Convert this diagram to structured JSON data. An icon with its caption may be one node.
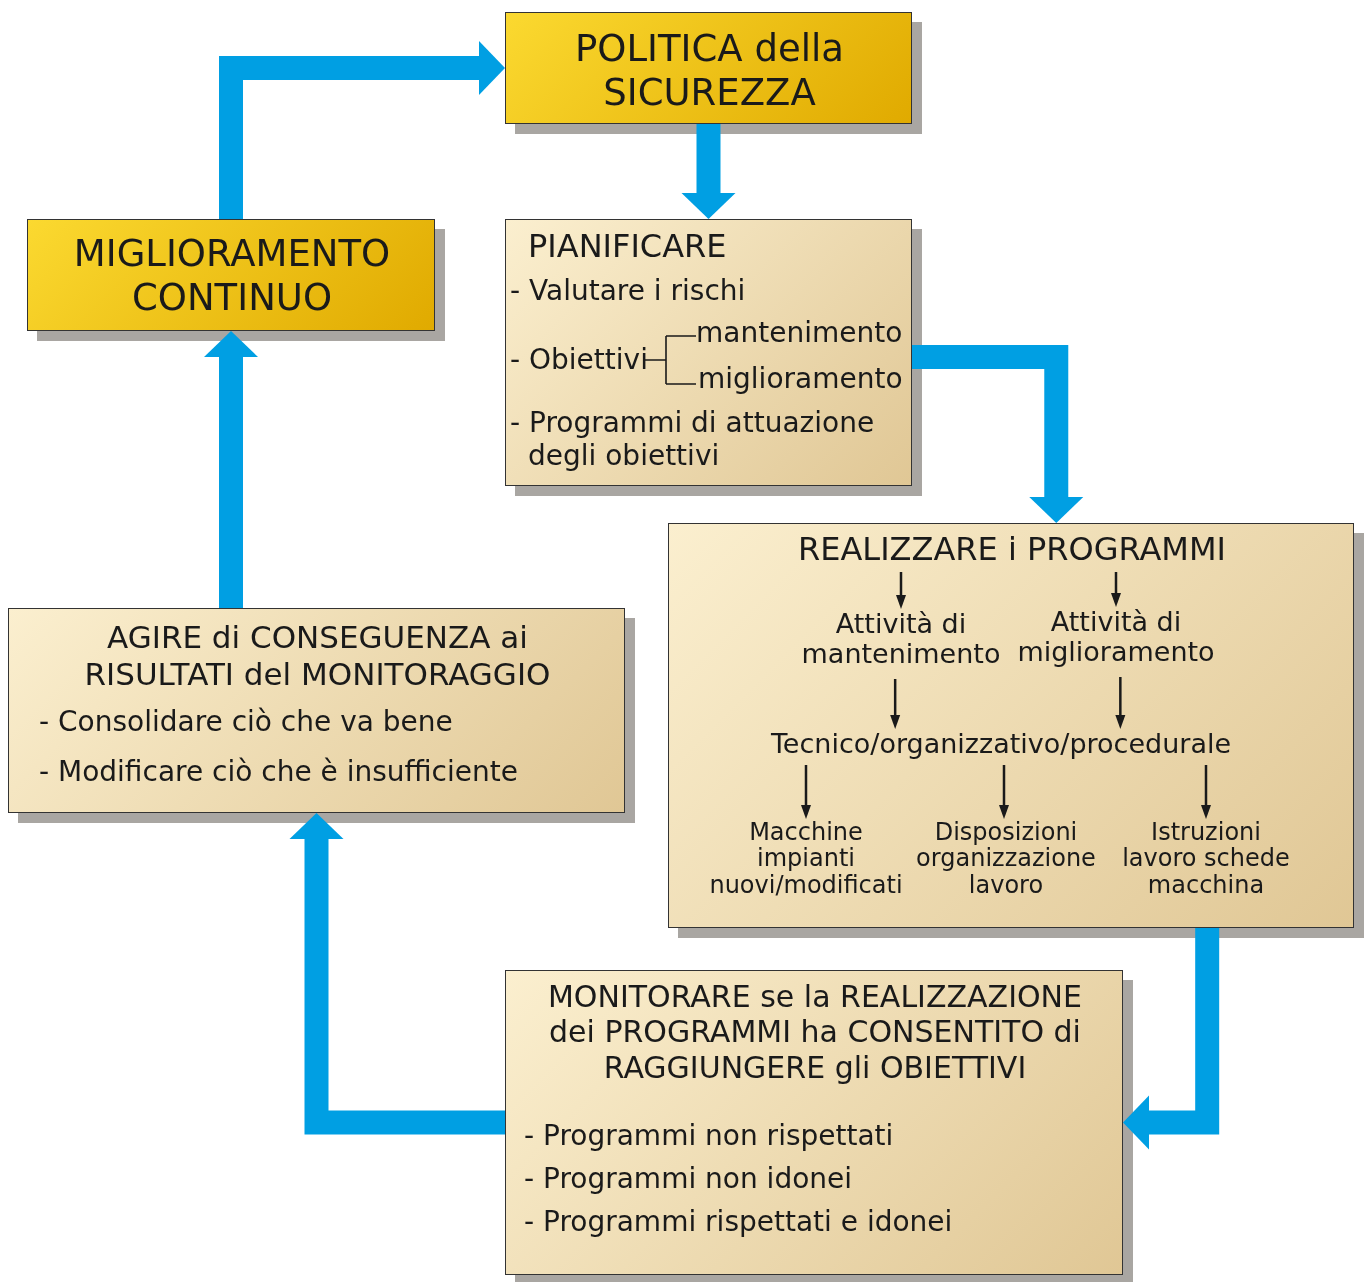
{
  "diagram": {
    "nodes": [
      {
        "text": [
          "POLITICA della SICUREZZA"
        ]
      },
      {
        "text": [
          "MIGLIORAMENTO CONTINUO"
        ]
      },
      {
        "text": [
          "PIANIFICARE",
          "- Valutare i rischi",
          "- Obiettivi",
          "mantenimento",
          "miglioramento",
          "- Programmi di attuazione degli obiettivi"
        ]
      },
      {
        "text": [],
        "shape": "box"
      },
      {
        "text": [
          "REALIZZARE i PROGRAMMI"
        ],
        "in": 3
      },
      {
        "text": [
          "Attività di mantenimento"
        ],
        "in": 3
      },
      {
        "text": [
          "Attività di miglioramento"
        ],
        "in": 3
      },
      {
        "text": [
          "Tecnico/organizzativo/procedurale"
        ],
        "in": 3
      },
      {
        "text": [
          "Macchine impianti nuovi/modificati"
        ],
        "in": 3
      },
      {
        "text": [
          "Disposizioni organizzazione lavoro"
        ],
        "in": 3
      },
      {
        "text": [
          "Istruzioni lavoro schede macchina"
        ],
        "in": 3
      },
      {
        "text": [
          "MONITORARE se la REALIZZAZIONE dei PROGRAMMI ha CONSENTITO di RAGGIUNGERE gli OBIETTIVI",
          "- Programmi non rispettati",
          "- Programmi non idonei",
          "- Programmi rispettati e idonei"
        ]
      },
      {
        "text": [
          "AGIRE di CONSEGUENZA ai RISULTATI del MONITORAGGIO",
          "- Consolidare ciò che va bene",
          "- Modificare ciò che è insufficiente"
        ]
      }
    ],
    "edges": [
      {
        "from": 0,
        "to": 2,
        "arrow": "to",
        "style": "thick",
        "color": "#009fe3"
      },
      {
        "from": 2,
        "to": 3,
        "arrow": "to",
        "style": "thick",
        "color": "#009fe3"
      },
      {
        "from": 3,
        "to": 11,
        "arrow": "to",
        "style": "thick",
        "color": "#009fe3"
      },
      {
        "from": 11,
        "to": 12,
        "arrow": "to",
        "style": "thick",
        "color": "#009fe3"
      },
      {
        "from": 12,
        "to": 1,
        "arrow": "to",
        "style": "thick",
        "color": "#009fe3"
      },
      {
        "from": 1,
        "to": 0,
        "arrow": "to",
        "style": "thick",
        "color": "#009fe3"
      },
      {
        "from": 4,
        "to": 5,
        "arrow": "to"
      },
      {
        "from": 4,
        "to": 6,
        "arrow": "to"
      },
      {
        "from": 5,
        "to": 7,
        "arrow": "to"
      },
      {
        "from": 6,
        "to": 7,
        "arrow": "to"
      },
      {
        "from": 7,
        "to": 8,
        "arrow": "to"
      },
      {
        "from": 7,
        "to": 9,
        "arrow": "to"
      },
      {
        "from": 7,
        "to": 10,
        "arrow": "to"
      }
    ]
  }
}
